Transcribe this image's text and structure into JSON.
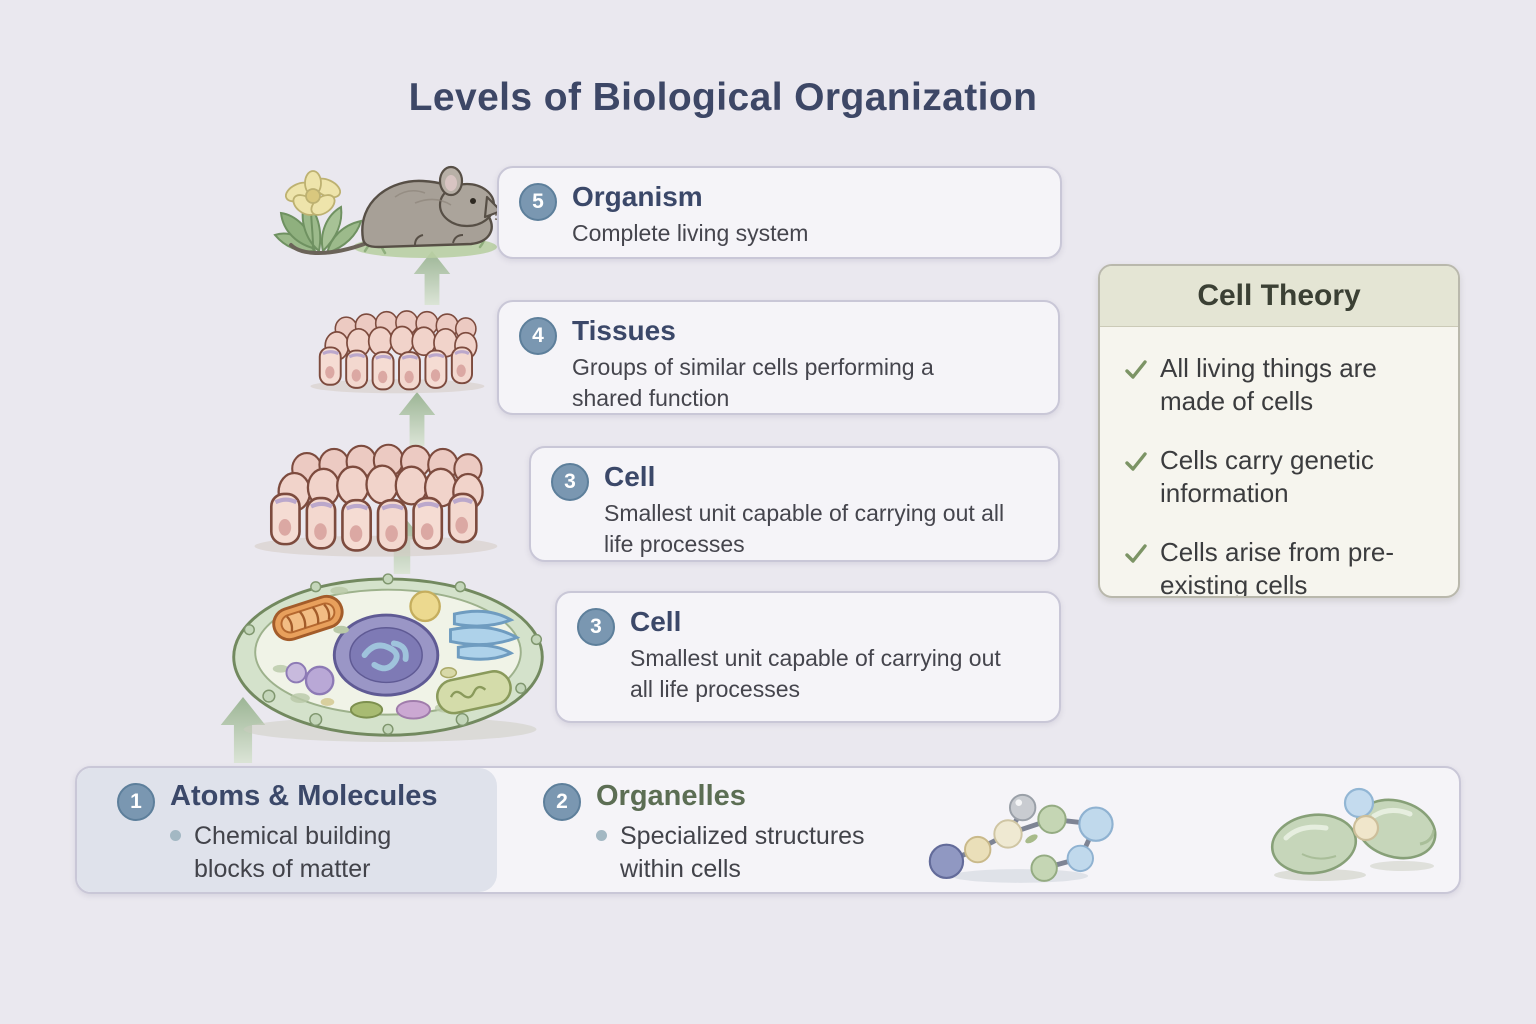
{
  "title": "Levels of Biological Organization",
  "levels": [
    {
      "num": "5",
      "name": "Organism",
      "desc": "Complete living system"
    },
    {
      "num": "4",
      "name": "Tissues",
      "desc": "Groups of similar cells performing a shared function"
    },
    {
      "num": "3",
      "name": "Cell",
      "desc": "Smallest unit capable of carrying out all life processes"
    },
    {
      "num": "3",
      "name": "Cell",
      "desc": "Smallest unit capable of carrying out all life processes"
    }
  ],
  "bottom": {
    "atoms": {
      "num": "1",
      "name": "Atoms & Molecules",
      "desc": "Chemical building blocks of matter"
    },
    "organelles": {
      "num": "2",
      "name": "Organelles",
      "desc": "Specialized structures within cells"
    }
  },
  "cell_theory": {
    "title": "Cell Theory",
    "items": [
      "All living things are made of cells",
      "Cells carry genetic information",
      "Cells arise from pre-existing cells"
    ]
  },
  "colors": {
    "background": "#eae8ef",
    "card_bg": "#f5f4f8",
    "card_border": "#c9c7d7",
    "badge": "#7a97b1",
    "heading_blue": "#3b4869",
    "organelles_green": "#5c6e54",
    "theory_header_bg": "#e4e5d4",
    "theory_body_bg": "#f6f5ee",
    "checkmark_green": "#7c9465",
    "arrow_green": "#9cb595",
    "bottom_tint": "#dfe2eb"
  },
  "icons": {
    "check": "checkmark-icon",
    "arrow": "up-arrow-icon",
    "bullet": "bullet-dot",
    "illustrations": [
      "mouse-and-plant",
      "tissue-block",
      "cell-diagram",
      "molecule-model",
      "organelle-blobs"
    ]
  }
}
